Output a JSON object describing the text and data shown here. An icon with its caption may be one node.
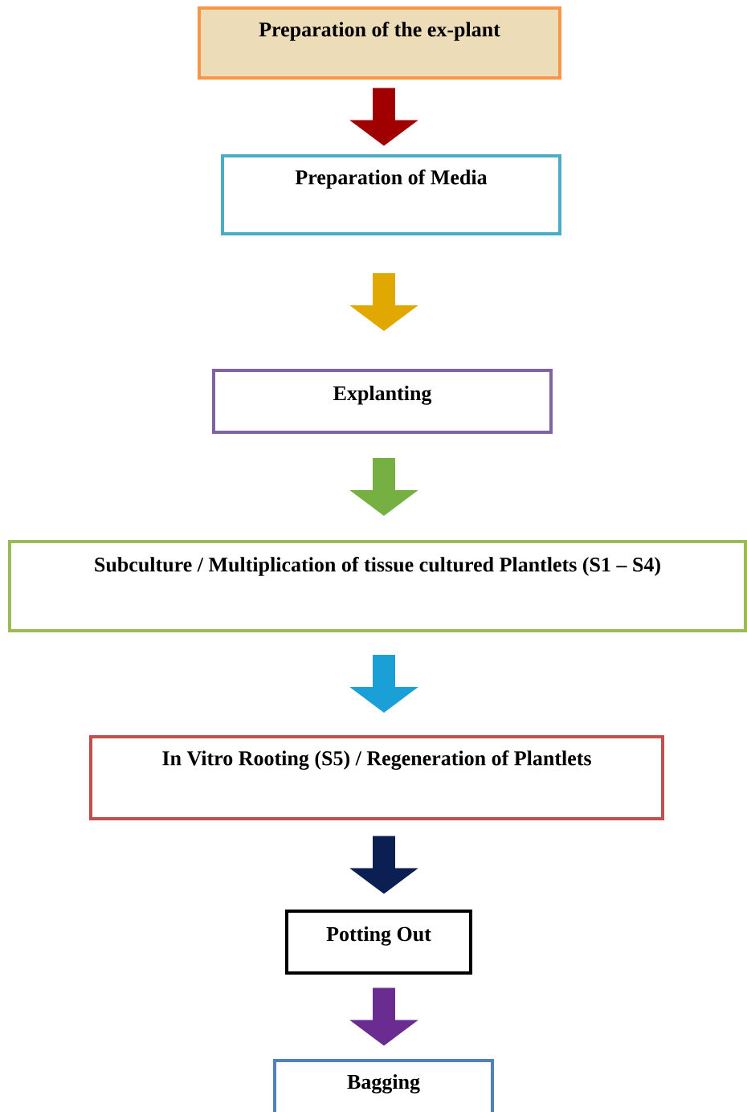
{
  "diagram": {
    "nodes": [
      {
        "text": [
          "Preparation of the ex-plant"
        ]
      },
      {
        "text": [
          "Preparation of Media"
        ]
      },
      {
        "text": [
          "Explanting"
        ]
      },
      {
        "text": [
          "Subculture / Multiplication of tissue cultured Plantlets (S1 – S4)"
        ]
      },
      {
        "text": [
          "In Vitro Rooting (S5) / Regeneration of Plantlets"
        ]
      },
      {
        "text": [
          "Potting Out"
        ]
      },
      {
        "text": [
          "Bagging"
        ]
      }
    ],
    "edges": [
      {
        "from": 0,
        "to": 1,
        "arrow": "to",
        "color": "#a00000"
      },
      {
        "from": 1,
        "to": 2,
        "arrow": "to",
        "color": "#e0a800"
      },
      {
        "from": 2,
        "to": 3,
        "arrow": "to",
        "color": "#76b043"
      },
      {
        "from": 3,
        "to": 4,
        "arrow": "to",
        "color": "#1a9fd6"
      },
      {
        "from": 4,
        "to": 5,
        "arrow": "to",
        "color": "#0b1f52"
      },
      {
        "from": 5,
        "to": 6,
        "arrow": "to",
        "color": "#6a2c91"
      }
    ]
  }
}
